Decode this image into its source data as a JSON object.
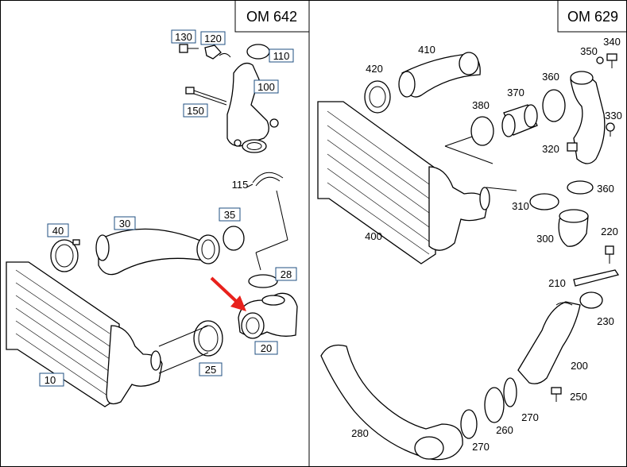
{
  "panels": {
    "left": {
      "engine": "OM 642"
    },
    "right": {
      "engine": "OM 629"
    }
  },
  "left_labels": {
    "p130": "130",
    "p120": "120",
    "p110": "110",
    "p100": "100",
    "p150": "150",
    "p115": "115",
    "p40": "40",
    "p30": "30",
    "p35": "35",
    "p28": "28",
    "p20": "20",
    "p25": "25",
    "p10": "10"
  },
  "right_labels": {
    "p410": "410",
    "p420": "420",
    "p340": "340",
    "p350": "350",
    "p360a": "360",
    "p370": "370",
    "p380": "380",
    "p330": "330",
    "p320": "320",
    "p360b": "360",
    "p310": "310",
    "p400": "400",
    "p300": "300",
    "p220": "220",
    "p210": "210",
    "p230": "230",
    "p200": "200",
    "p250": "250",
    "p270a": "270",
    "p260": "260",
    "p270b": "270",
    "p280": "280"
  },
  "highlight": {
    "arrow_color": "#e8211c",
    "label_box_color": "#1f4f80"
  }
}
